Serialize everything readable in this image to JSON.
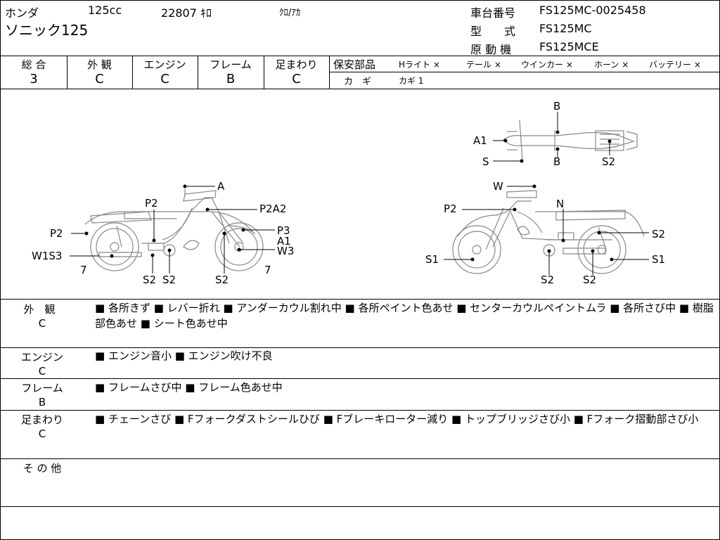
{
  "header": {
    "maker": "ホンダ",
    "displacement": "125cc",
    "mileage": "22807 ｷﾛ",
    "color": "ｸﾛ/ｱｶ",
    "model_name": "ソニック125",
    "frame_label": "車台番号",
    "frame_value": "FS125MC-0025458",
    "type_label": "型　　式",
    "type_value": "FS125MC",
    "engine_label": "原 動 機",
    "engine_value": "FS125MCE"
  },
  "grades": [
    {
      "label": "総 合",
      "value": "3"
    },
    {
      "label": "外 観",
      "value": "C"
    },
    {
      "label": "エンジン",
      "value": "C"
    },
    {
      "label": "フレーム",
      "value": "B"
    },
    {
      "label": "足まわり",
      "value": "C"
    }
  ],
  "safety": {
    "label": "保安部品",
    "items": [
      "Hライト ×",
      "テール ×",
      "ウインカー ×",
      "ホーン ×",
      "バッテリー ×"
    ],
    "key_label": "カ　ギ",
    "key_value": "カギ 1"
  },
  "diagram_labels": {
    "left": [
      "A",
      "P2",
      "P2A2",
      "P2",
      "P3",
      "A1",
      "W1S3",
      "W3",
      "7",
      "7",
      "S2",
      "S2",
      "S2"
    ],
    "right": [
      "W",
      "P2",
      "N",
      "S2",
      "S1",
      "S1",
      "S2",
      "S2"
    ],
    "top": [
      "B",
      "A1",
      "S",
      "B",
      "S2"
    ]
  },
  "remarks": [
    {
      "name": "外　観",
      "grade": "C",
      "text": "■ 各所きず ■ レバー折れ ■ アンダーカウル割れ中 ■ 各所ペイント色あせ ■ センターカウルペイントムラ ■ 各所さび中 ■ 樹脂部色あせ ■ シート色あせ中"
    },
    {
      "name": "エンジン",
      "grade": "C",
      "text": "■ エンジン音小 ■ エンジン吹け不良"
    },
    {
      "name": "フレーム",
      "grade": "B",
      "text": "■ フレームさび中 ■ フレーム色あせ中"
    },
    {
      "name": "足まわり",
      "grade": "C",
      "text": "■ チェーンさび ■ Fフォークダストシールひび ■ Fブレーキローター減り ■ トップブリッジさび小 ■ Fフォーク摺動部さび小"
    },
    {
      "name": "そ の 他",
      "grade": "",
      "text": ""
    }
  ]
}
